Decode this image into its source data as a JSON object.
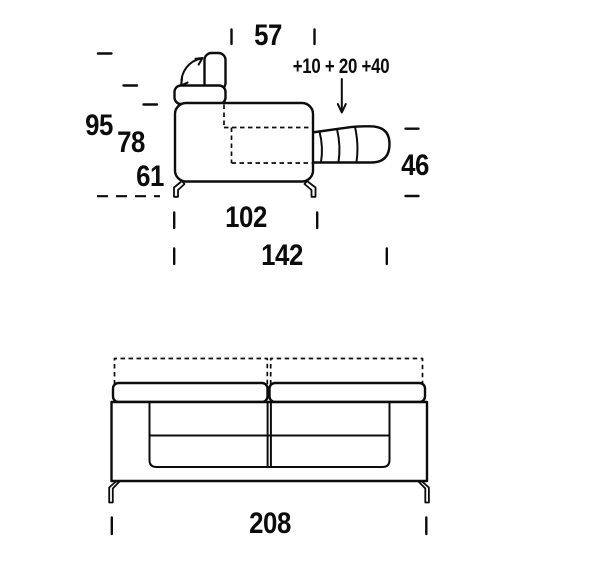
{
  "diagram": {
    "subject": "sofa technical drawing with dimensions",
    "line_color": "#0c0c0c",
    "background_color": "#ffffff"
  },
  "side_view": {
    "name": "side view with adjustable headrest and extendable seat",
    "dims": {
      "seat_depth": "57",
      "extension_steps": "+10 + 20 +40",
      "total_height": "95",
      "backrest_height": "78",
      "armrest_height": "61",
      "seat_height": "46",
      "depth": "102",
      "extended_depth": "142"
    }
  },
  "front_view": {
    "name": "front view, two seats",
    "dims": {
      "width": "208"
    }
  }
}
